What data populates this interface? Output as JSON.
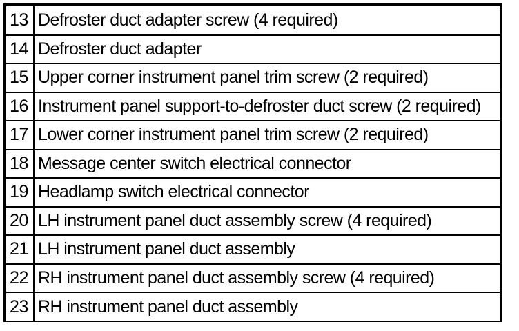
{
  "document": {
    "type": "parts-callout-legend-table",
    "background_color": "#ffffff",
    "text_color": "#000000",
    "border_color": "#000000"
  },
  "table": {
    "columns": [
      {
        "key": "number",
        "label": ""
      },
      {
        "key": "description",
        "label": ""
      }
    ],
    "row_count": 11,
    "rows": [
      {
        "number": "13",
        "description": "Defroster duct adapter screw (4 required)"
      },
      {
        "number": "14",
        "description": "Defroster duct adapter"
      },
      {
        "number": "15",
        "description": "Upper corner instrument panel trim screw (2 required)"
      },
      {
        "number": "16",
        "description": "Instrument panel support-to-defroster duct screw (2 required)"
      },
      {
        "number": "17",
        "description": "Lower corner instrument panel trim screw (2 required)"
      },
      {
        "number": "18",
        "description": "Message center switch electrical connector"
      },
      {
        "number": "19",
        "description": "Headlamp switch electrical connector"
      },
      {
        "number": "20",
        "description": "LH instrument panel duct assembly screw (4 required)"
      },
      {
        "number": "21",
        "description": "LH instrument panel duct assembly"
      },
      {
        "number": "22",
        "description": "RH instrument panel duct assembly screw (4 required)"
      },
      {
        "number": "23",
        "description": "RH instrument panel duct assembly"
      }
    ]
  }
}
